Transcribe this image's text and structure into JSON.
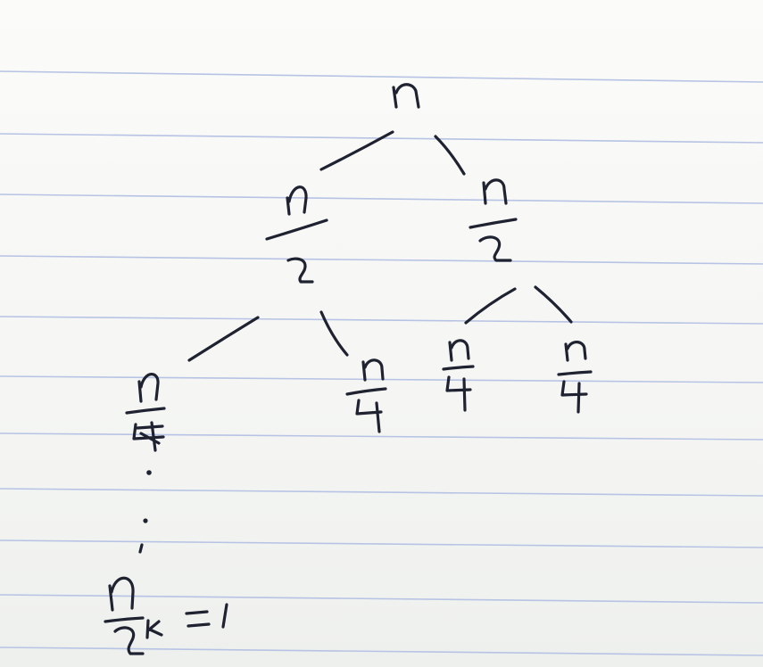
{
  "notebook": {
    "rule_color": "#b7c3e4",
    "ink_color": "#1f2230",
    "paper_color": "#f7f7f4"
  },
  "tree": {
    "root": "n",
    "level1": [
      {
        "num": "n",
        "den": "2"
      },
      {
        "num": "n",
        "den": "2"
      }
    ],
    "level2": [
      {
        "num": "n",
        "den": "4"
      },
      {
        "num": "n",
        "den": "4"
      },
      {
        "num": "n",
        "den": "4"
      },
      {
        "num": "n",
        "den": "4"
      }
    ],
    "leaf": {
      "num": "n",
      "den": "2",
      "exponent": "k",
      "equals": "= 1"
    }
  }
}
